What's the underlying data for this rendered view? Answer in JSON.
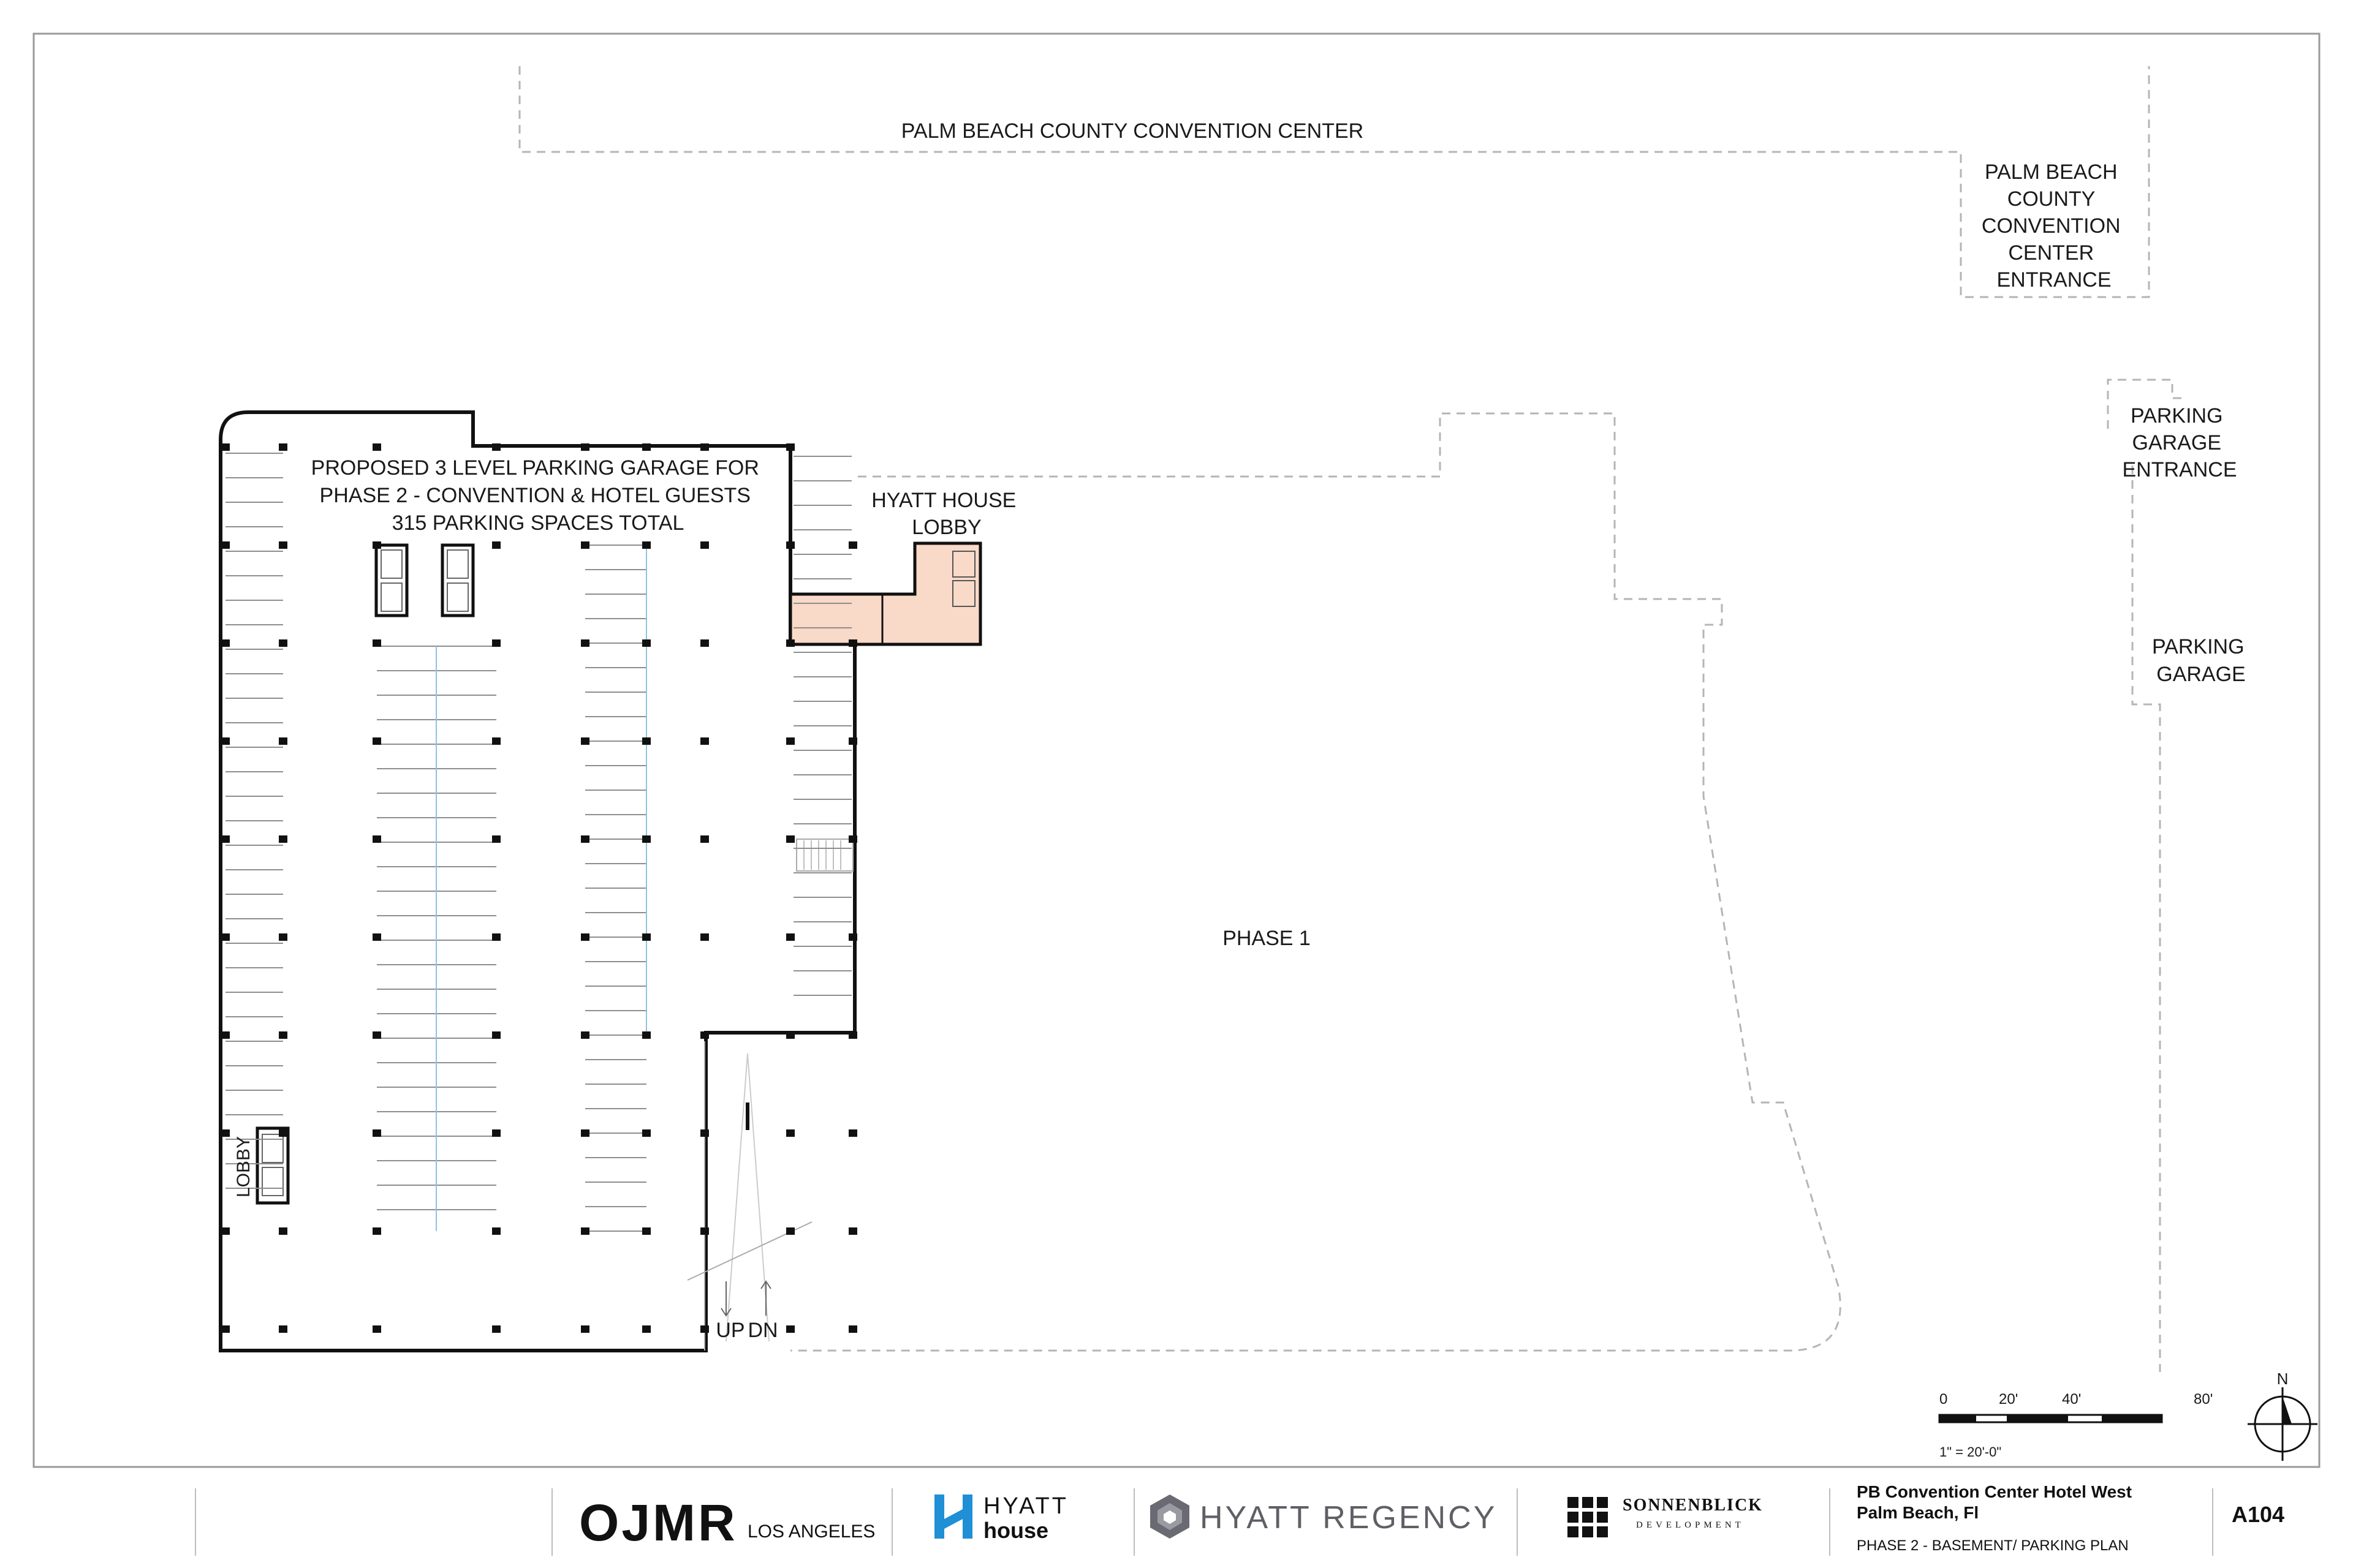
{
  "plan": {
    "labels": {
      "convention_center": "PALM BEACH COUNTY CONVENTION CENTER",
      "cc_entrance": [
        "PALM BEACH",
        "COUNTY",
        "CONVENTION",
        "CENTER",
        "ENTRANCE"
      ],
      "garage_entrance": [
        "PARKING",
        "GARAGE",
        "ENTRANCE"
      ],
      "parking_garage": [
        "PARKING",
        "GARAGE"
      ],
      "proposed_garage": [
        "PROPOSED 3 LEVEL PARKING GARAGE FOR",
        "PHASE 2 - CONVENTION & HOTEL GUESTS",
        "315 PARKING SPACES TOTAL"
      ],
      "hyatt_house_lobby": [
        "HYATT HOUSE",
        "LOBBY"
      ],
      "lobby": "LOBBY",
      "phase1": "PHASE 1",
      "ramp_up": "UP",
      "ramp_dn": "DN"
    },
    "scale": {
      "ticks": [
        "0",
        "20'",
        "40'",
        "80'"
      ],
      "note": "1\" = 20'-0\""
    },
    "north": "N"
  },
  "title_block": {
    "architect": "OJMR",
    "architect_city": "LOS ANGELES",
    "hyatt_house_brand": "HYATT",
    "hyatt_house_sub": "house",
    "hyatt_regency": "HYATT REGENCY",
    "developer": "SONNENBLICK",
    "developer_sub": "DEVELOPMENT",
    "project_line1": "PB Convention Center Hotel West",
    "project_line2": "Palm Beach, Fl",
    "sheet_title": "PHASE 2 - BASEMENT/ PARKING PLAN",
    "sheet_number": "A104"
  },
  "colors": {
    "lobby_fill": "#f9d9c8",
    "dashed": "#b5b5b5",
    "stall": "#8e8e8e",
    "centerline": "#8ec3e0",
    "hyatt_house_blue": "#1f8fd6",
    "regency_gray": "#5f5f66"
  }
}
